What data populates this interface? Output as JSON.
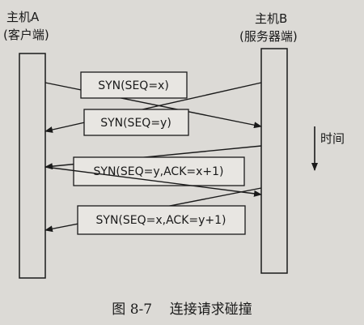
{
  "hosts": {
    "a": {
      "name": "主机A",
      "role": "(客户端)"
    },
    "b": {
      "name": "主机B",
      "role": "(服务器端)"
    }
  },
  "time_label": "时间",
  "messages": [
    {
      "text": "SYN(SEQ=x)",
      "direction": "A-to-B"
    },
    {
      "text": "SYN(SEQ=y)",
      "direction": "B-to-A"
    },
    {
      "text": "SYN(SEQ=y,ACK=x+1)",
      "direction": "B-to-A"
    },
    {
      "text": "SYN(SEQ=x,ACK=y+1)",
      "direction": "A-to-B"
    }
  ],
  "caption": "图 8-7    连接请求碰撞"
}
